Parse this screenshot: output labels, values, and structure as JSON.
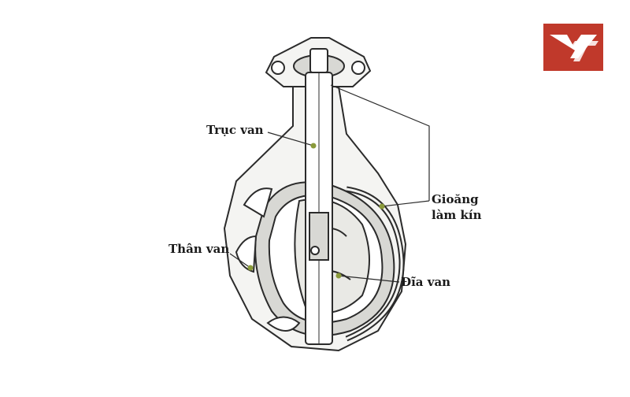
{
  "labels": {
    "shaft": "Trục van",
    "gasket_line1": "Gioăng",
    "gasket_line2": "làm kín",
    "body": "Thân van",
    "disc": "Đĩa van"
  },
  "logo": {
    "letters": "YT",
    "color": "#c0392b"
  },
  "colors": {
    "line": "#2b2b2b",
    "fill_light": "#f4f4f2",
    "fill_mid": "#d8d8d4",
    "marker": "#8a9a3a"
  }
}
